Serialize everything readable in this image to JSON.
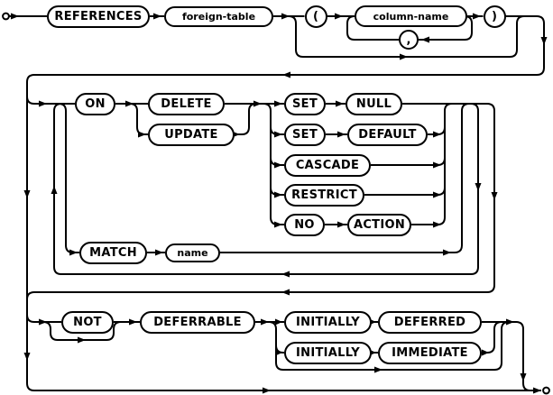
{
  "diagram": {
    "kind": "railroad-syntax-diagram",
    "colors": {
      "stroke": "#000000",
      "fill": "#ffffff",
      "text": "#000000"
    },
    "nodes": {
      "references": {
        "label": "REFERENCES",
        "kind": "keyword"
      },
      "foreign_table": {
        "label": "foreign-table",
        "kind": "nonterminal"
      },
      "open_paren": {
        "label": "(",
        "kind": "punctuation"
      },
      "column_name": {
        "label": "column-name",
        "kind": "nonterminal"
      },
      "comma": {
        "label": ",",
        "kind": "punctuation"
      },
      "close_paren": {
        "label": ")",
        "kind": "punctuation"
      },
      "on": {
        "label": "ON",
        "kind": "keyword"
      },
      "delete": {
        "label": "DELETE",
        "kind": "keyword"
      },
      "update": {
        "label": "UPDATE",
        "kind": "keyword"
      },
      "set1": {
        "label": "SET",
        "kind": "keyword"
      },
      "null": {
        "label": "NULL",
        "kind": "keyword"
      },
      "set2": {
        "label": "SET",
        "kind": "keyword"
      },
      "default": {
        "label": "DEFAULT",
        "kind": "keyword"
      },
      "cascade": {
        "label": "CASCADE",
        "kind": "keyword"
      },
      "restrict": {
        "label": "RESTRICT",
        "kind": "keyword"
      },
      "no": {
        "label": "NO",
        "kind": "keyword"
      },
      "action": {
        "label": "ACTION",
        "kind": "keyword"
      },
      "match": {
        "label": "MATCH",
        "kind": "keyword"
      },
      "name": {
        "label": "name",
        "kind": "nonterminal"
      },
      "not": {
        "label": "NOT",
        "kind": "keyword"
      },
      "deferrable": {
        "label": "DEFERRABLE",
        "kind": "keyword"
      },
      "initially1": {
        "label": "INITIALLY",
        "kind": "keyword"
      },
      "deferred": {
        "label": "DEFERRED",
        "kind": "keyword"
      },
      "initially2": {
        "label": "INITIALLY",
        "kind": "keyword"
      },
      "immediate": {
        "label": "IMMEDIATE",
        "kind": "keyword"
      }
    }
  }
}
